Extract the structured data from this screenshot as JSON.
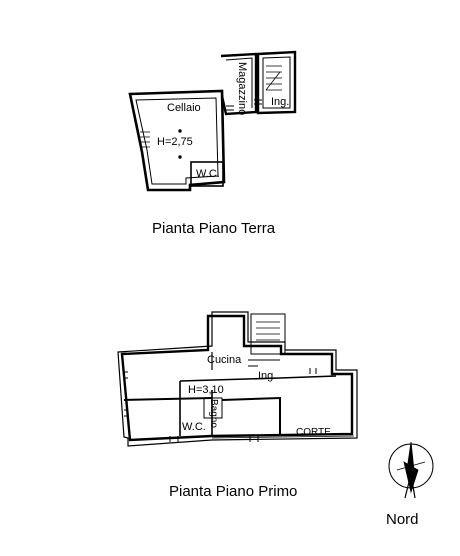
{
  "ground_floor": {
    "title": "Pianta Piano Terra",
    "rooms": {
      "cellar": "Cellaio",
      "height": "H=2,75",
      "warehouse": "Magazzino",
      "entrance": "Ing.",
      "wc": "W.C."
    }
  },
  "first_floor": {
    "title": "Pianta Piano Primo",
    "rooms": {
      "kitchen": "Cucina",
      "entrance": "Ing.",
      "height": "H=3,10",
      "wc": "W.C.",
      "bathroom": "Bagno",
      "courtyard": "CORTE"
    }
  },
  "north": {
    "label": "Nord",
    "icon": "north-arrow-icon"
  }
}
